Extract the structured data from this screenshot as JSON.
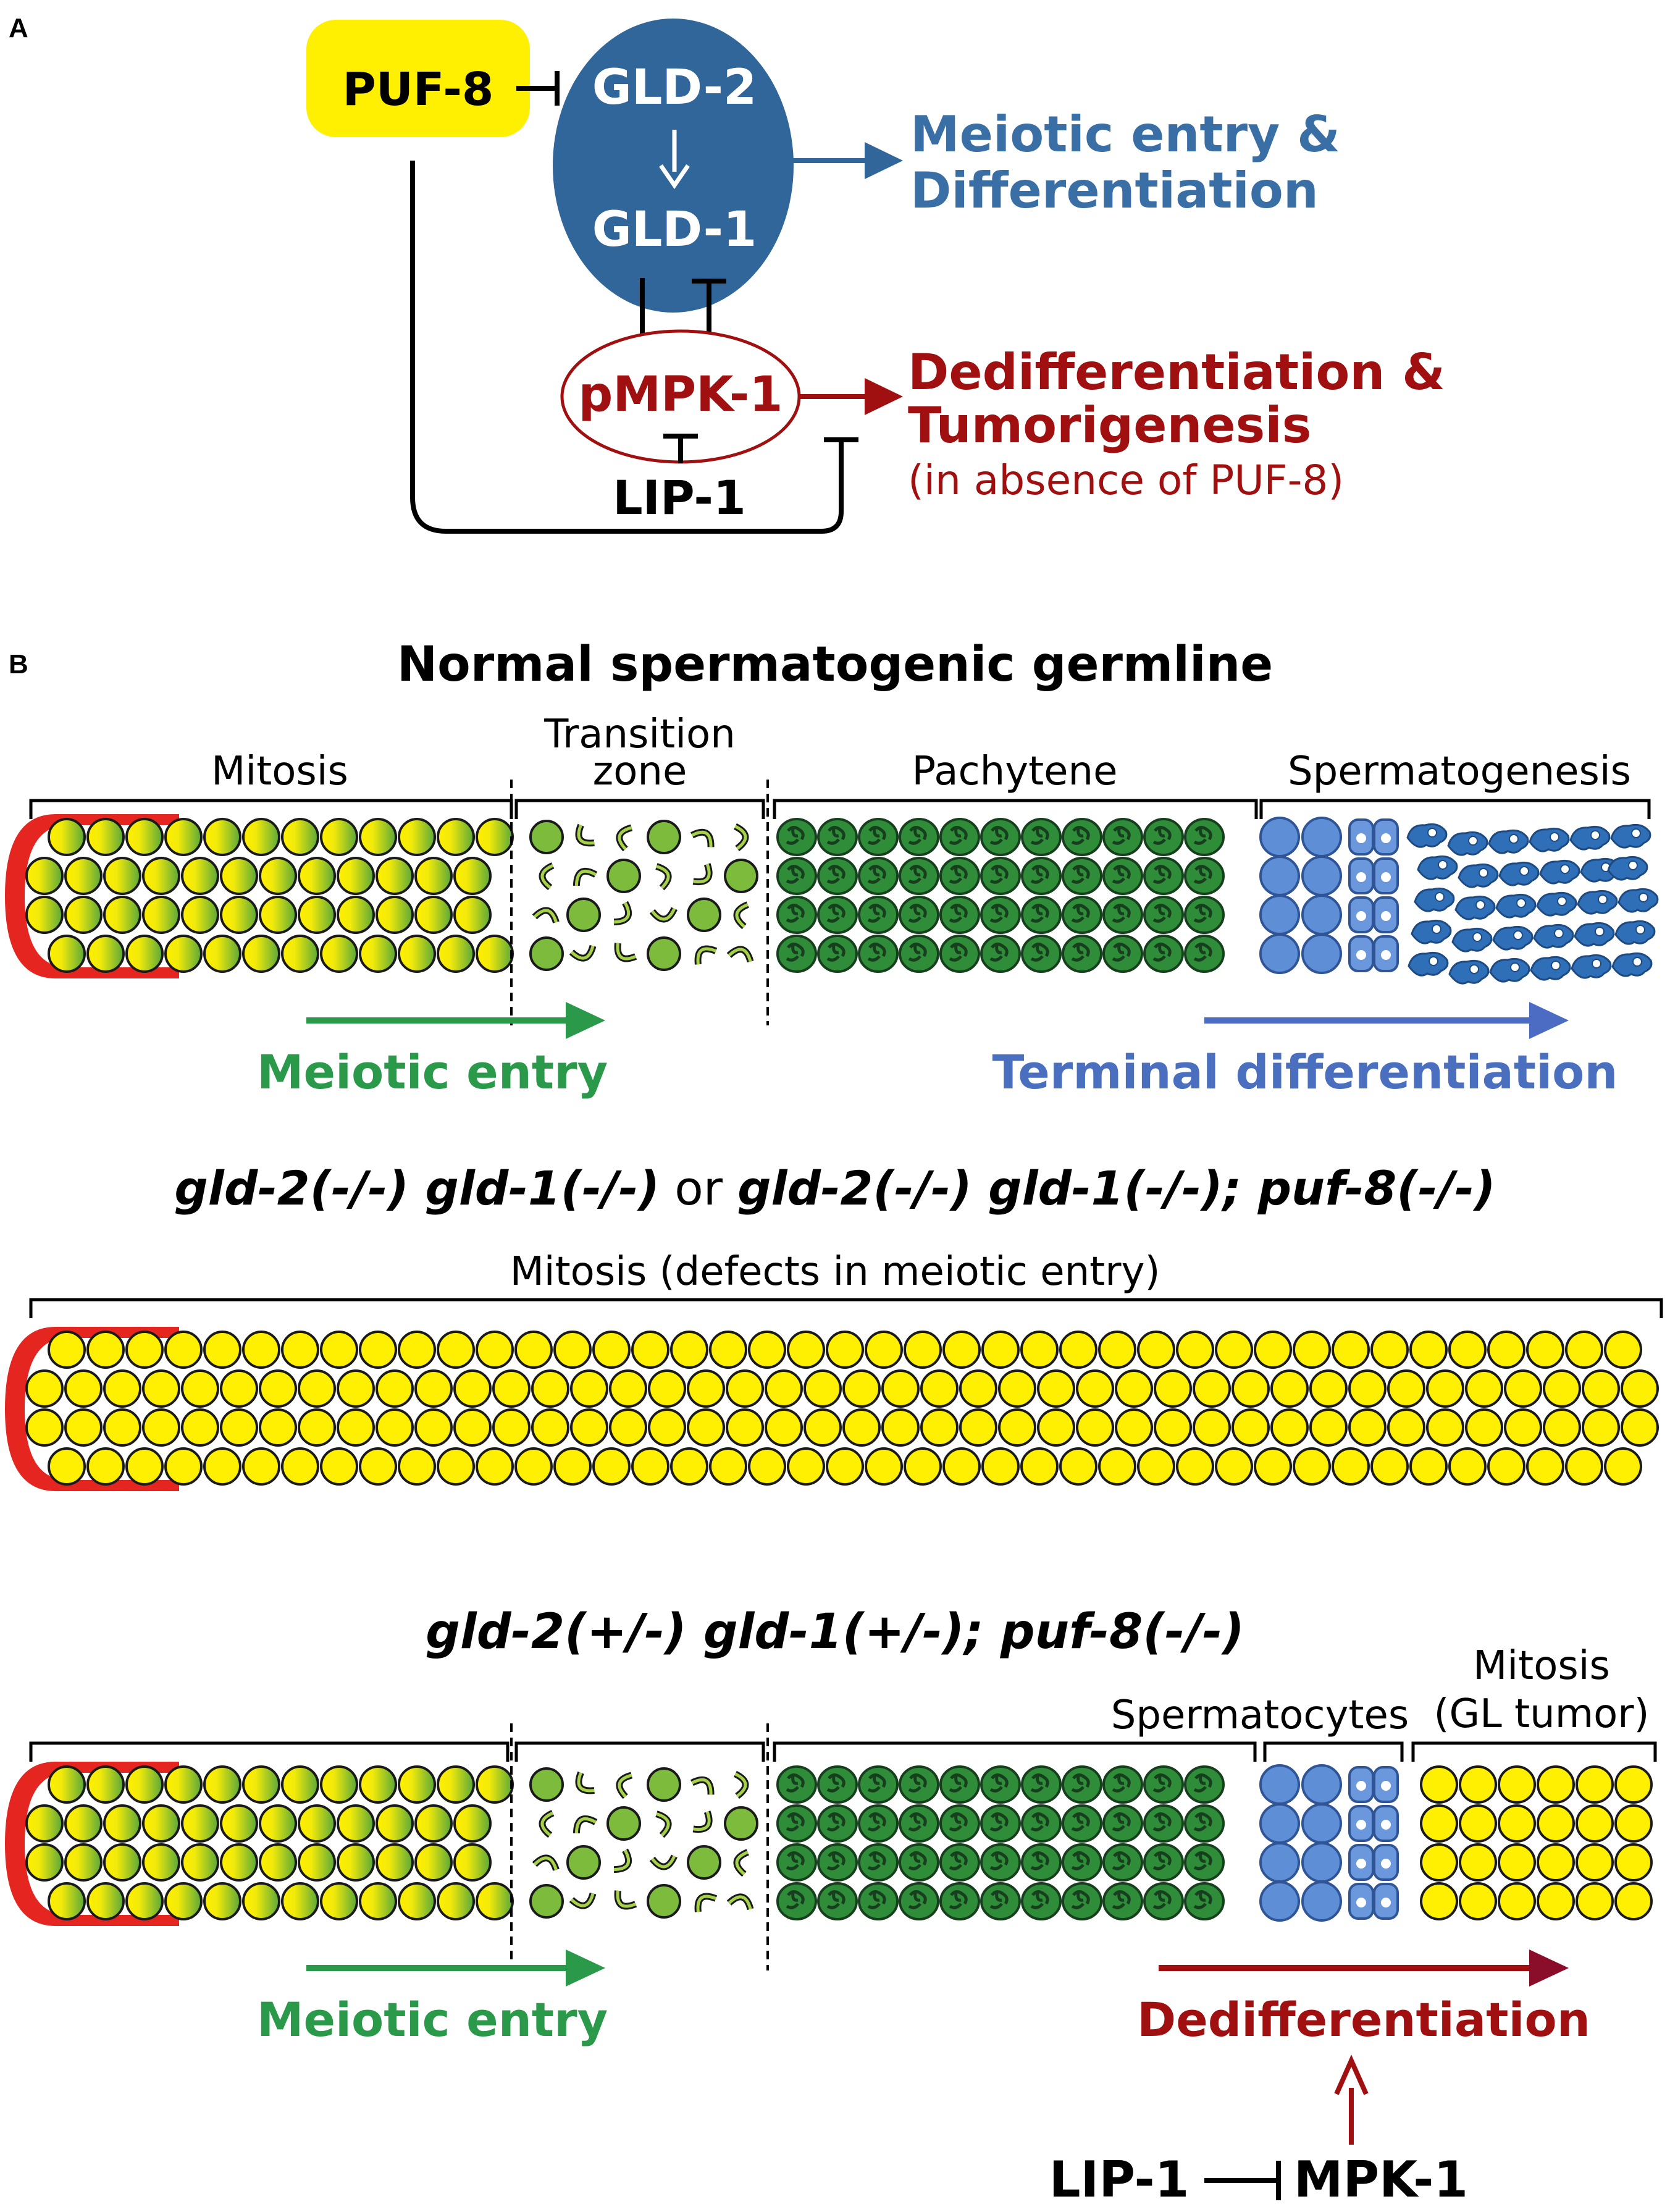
{
  "panel_a": {
    "letter": "A",
    "puf8": "PUF-8",
    "gld2": "GLD-2",
    "gld1": "GLD-1",
    "pmpk1": "pMPK-1",
    "lip1": "LIP-1",
    "meiotic_line1": "Meiotic entry &",
    "meiotic_line2": "Differentiation",
    "dediff_line1": "Dedifferentiation &",
    "dediff_line2": "Tumorigenesis",
    "dediff_note": "(in absence of PUF-8)"
  },
  "panel_b": {
    "letter": "B",
    "gl1": {
      "title": "Normal spermatogenic germline",
      "zone_mitosis": "Mitosis",
      "zone_transition_1": "Transition",
      "zone_transition_2": "zone",
      "zone_pachytene": "Pachytene",
      "zone_spermatogenesis": "Spermatogenesis",
      "arrow_meiotic": "Meiotic entry",
      "arrow_terminal": "Terminal differentiation"
    },
    "gl2": {
      "title_a": "gld-2(-/-) gld-1(-/-)",
      "title_or": " or ",
      "title_b": "gld-2(-/-) gld-1(-/-); puf-8(-/-)",
      "zone_mitosis": "Mitosis (defects in meiotic entry)"
    },
    "gl3": {
      "title": "gld-2(+/-) gld-1(+/-); puf-8(-/-)",
      "zone_spermatocytes": "Spermatocytes",
      "zone_mitosis_1": "Mitosis",
      "zone_mitosis_2": "(GL tumor)",
      "arrow_meiotic": "Meiotic entry",
      "arrow_dediff": "Dedifferentiation",
      "lip1": "LIP-1",
      "mpk1": "MPK-1"
    }
  },
  "colors": {
    "yellow": "#ffef00",
    "dark_blue": "#31669b",
    "light_blue": "#4b7cc2",
    "dark_red": "#a01010",
    "green_text": "#2a9a4a",
    "cap_red": "#e52620",
    "pachytene_green": "#2f8d3a"
  }
}
